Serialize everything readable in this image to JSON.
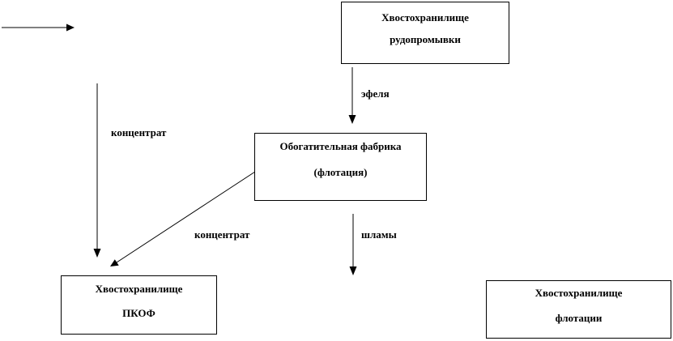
{
  "boxes": {
    "ore_washing_tailings": {
      "line1": "Хвостохранилище",
      "line2": "рудопромывки"
    },
    "beneficiation_plant": {
      "line1": "Обогатительная фабрика",
      "line2": "(флотация)"
    },
    "pkof_tailings": {
      "line1": "Хвостохранилище",
      "line2": "ПКОФ"
    },
    "flotation_tailings": {
      "line1": "Хвостохранилище",
      "line2": "флотации"
    }
  },
  "labels": {
    "eflya": "эфеля",
    "concentrate_left": "концентрат",
    "concentrate_diag": "концентрат",
    "slimes": "шламы"
  },
  "colors": {
    "stroke": "#000000",
    "background": "#ffffff"
  }
}
